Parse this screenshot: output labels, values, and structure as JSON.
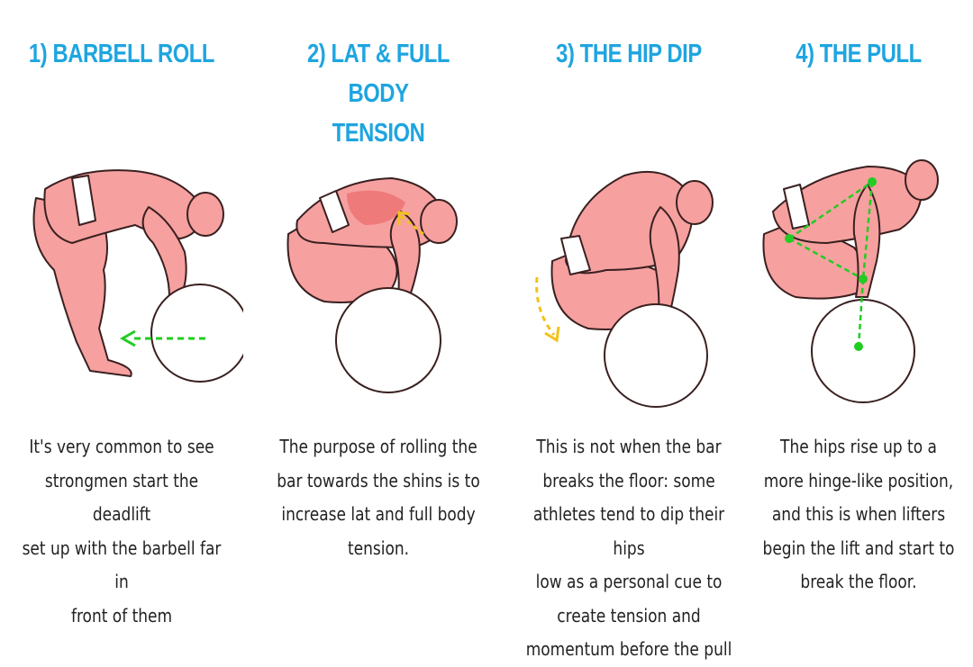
{
  "steps": [
    {
      "title_lines": [
        "1) BARBELL ROLL"
      ],
      "description_lines": [
        "It's very common to see",
        "strongmen start the deadlift",
        "set up with the barbell far in",
        "front of them"
      ]
    },
    {
      "title_lines": [
        "2) LAT & FULL BODY",
        "TENSION"
      ],
      "description_lines": [
        "The purpose of rolling the",
        "bar towards the shins is to",
        "increase lat and full body",
        "tension."
      ]
    },
    {
      "title_lines": [
        "3) THE HIP DIP"
      ],
      "description_lines": [
        "This is not when the bar",
        "breaks the floor: some",
        "athletes tend to dip their hips",
        "low as a personal cue to",
        "create tension  and",
        "momentum before the pull"
      ]
    },
    {
      "title_lines": [
        "4) THE PULL"
      ],
      "description_lines": [
        "The hips rise up to a",
        "more hinge-like position,",
        "and this is when lifters",
        "begin the lift and start to",
        "break the floor."
      ]
    }
  ],
  "colors": {
    "title": "#1ea5e0",
    "skin": "#f6a0a0",
    "skin_outline": "#3a2020",
    "cue_green": "#22cc22",
    "cue_yellow": "#f2c21a",
    "lat_highlight": "#ef7a7a"
  }
}
